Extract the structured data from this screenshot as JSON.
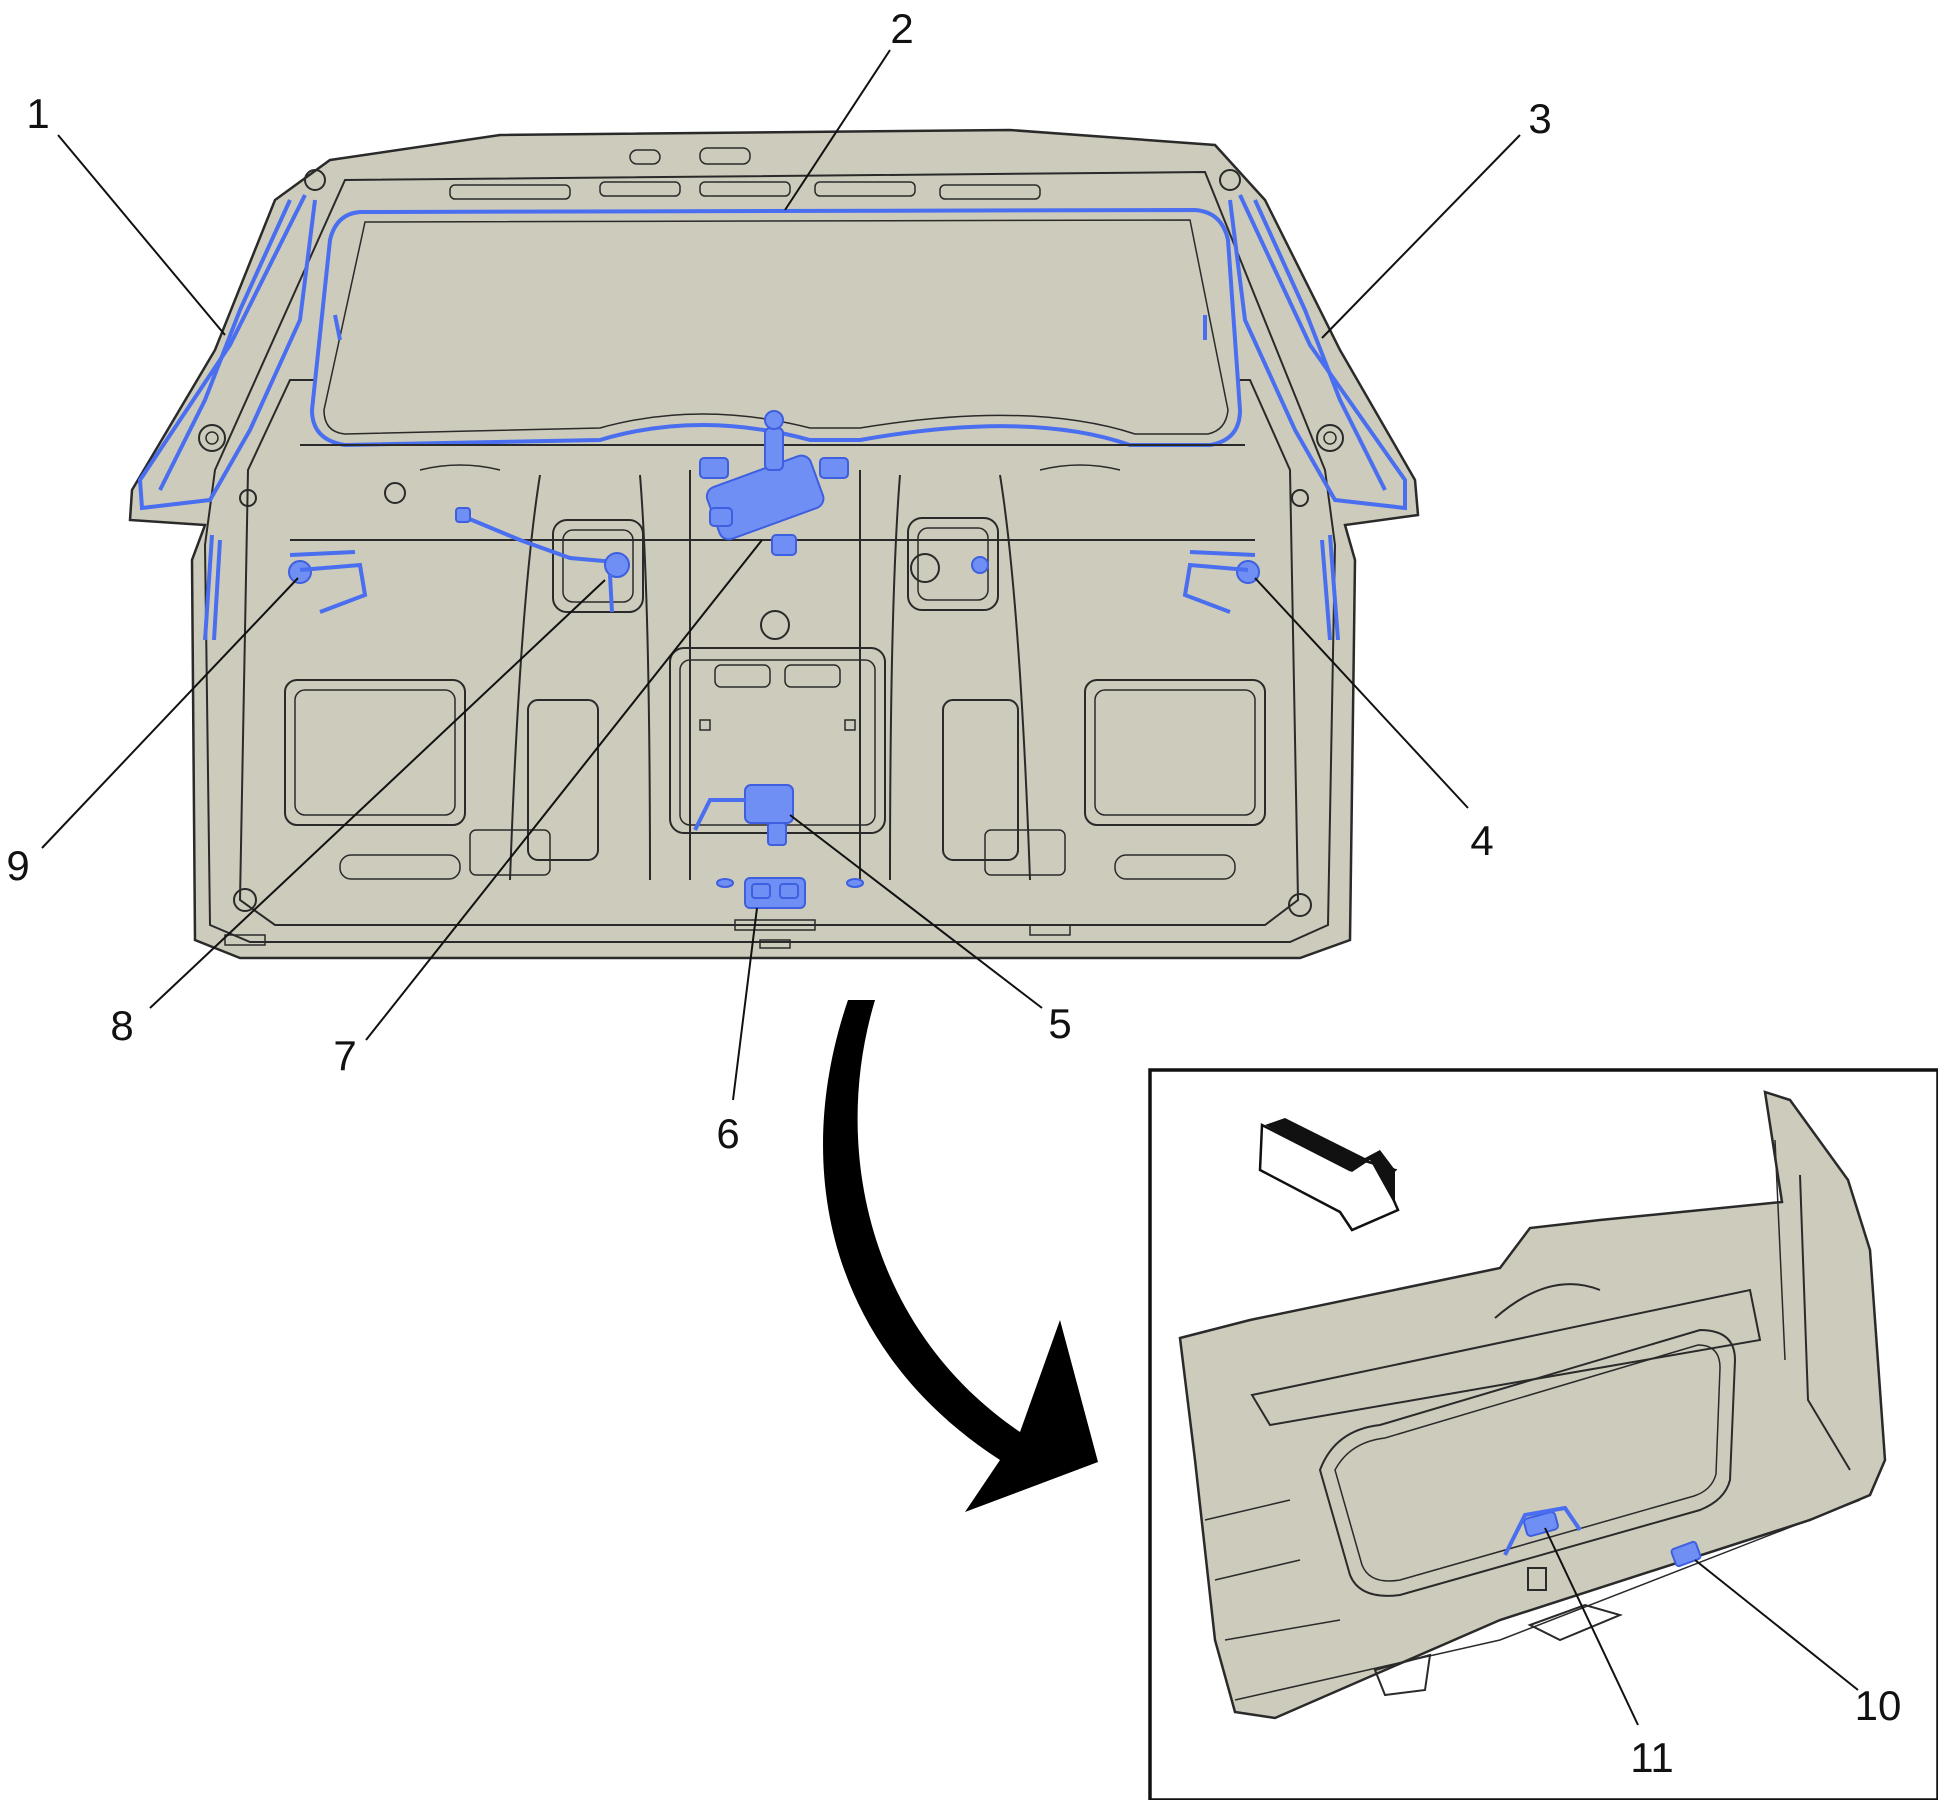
{
  "callouts": [
    {
      "id": "1",
      "label": "1"
    },
    {
      "id": "2",
      "label": "2"
    },
    {
      "id": "3",
      "label": "3"
    },
    {
      "id": "4",
      "label": "4"
    },
    {
      "id": "5",
      "label": "5"
    },
    {
      "id": "6",
      "label": "6"
    },
    {
      "id": "7",
      "label": "7"
    },
    {
      "id": "8",
      "label": "8"
    },
    {
      "id": "9",
      "label": "9"
    },
    {
      "id": "10",
      "label": "10"
    },
    {
      "id": "11",
      "label": "11"
    }
  ],
  "colors": {
    "panel": "#cdcbbb",
    "highlight": "#4a6ef0",
    "outline": "#2a2a2a"
  },
  "icons": {
    "view_direction": "view-direction-arrow-icon",
    "transition": "curved-arrow-icon"
  }
}
